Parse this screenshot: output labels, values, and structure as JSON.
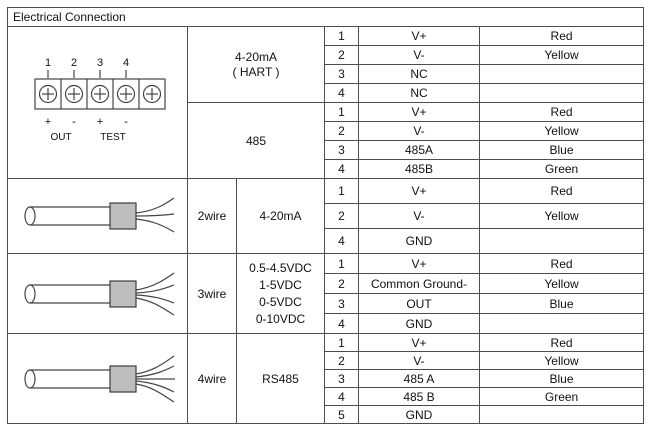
{
  "title": "Electrical Connection",
  "terminal": {
    "pins": [
      "1",
      "2",
      "3",
      "4"
    ],
    "signs": [
      "+",
      "-",
      "+",
      "-"
    ],
    "out_label": "OUT",
    "test_label": "TEST"
  },
  "s1": {
    "g1": {
      "signal1": "4-20mA",
      "signal2": "( HART )",
      "rows": [
        {
          "pin": "1",
          "name": "V+",
          "color": "Red"
        },
        {
          "pin": "2",
          "name": "V-",
          "color": "Yellow"
        },
        {
          "pin": "3",
          "name": "NC",
          "color": ""
        },
        {
          "pin": "4",
          "name": "NC",
          "color": ""
        }
      ]
    },
    "g2": {
      "signal": "485",
      "rows": [
        {
          "pin": "1",
          "name": "V+",
          "color": "Red"
        },
        {
          "pin": "2",
          "name": "V-",
          "color": "Yellow"
        },
        {
          "pin": "3",
          "name": "485A",
          "color": "Blue"
        },
        {
          "pin": "4",
          "name": "485B",
          "color": "Green"
        }
      ]
    }
  },
  "s2": {
    "wire": "2wire",
    "signal": "4-20mA",
    "rows": [
      {
        "pin": "1",
        "name": "V+",
        "color": "Red"
      },
      {
        "pin": "2",
        "name": "V-",
        "color": "Yellow"
      },
      {
        "pin": "4",
        "name": "GND",
        "color": ""
      }
    ]
  },
  "s3": {
    "wire": "3wire",
    "signal_lines": [
      "0.5-4.5VDC",
      "1-5VDC",
      "0-5VDC",
      "0-10VDC"
    ],
    "rows": [
      {
        "pin": "1",
        "name": "V+",
        "color": "Red"
      },
      {
        "pin": "2",
        "name": "Common Ground-",
        "color": "Yellow"
      },
      {
        "pin": "3",
        "name": "OUT",
        "color": "Blue"
      },
      {
        "pin": "4",
        "name": "GND",
        "color": ""
      }
    ]
  },
  "s4": {
    "wire": "4wire",
    "signal": "RS485",
    "rows": [
      {
        "pin": "1",
        "name": "V+",
        "color": "Red"
      },
      {
        "pin": "2",
        "name": "V-",
        "color": "Yellow"
      },
      {
        "pin": "3",
        "name": "485 A",
        "color": "Blue"
      },
      {
        "pin": "4",
        "name": "485 B",
        "color": "Green"
      },
      {
        "pin": "5",
        "name": "GND",
        "color": ""
      }
    ]
  }
}
